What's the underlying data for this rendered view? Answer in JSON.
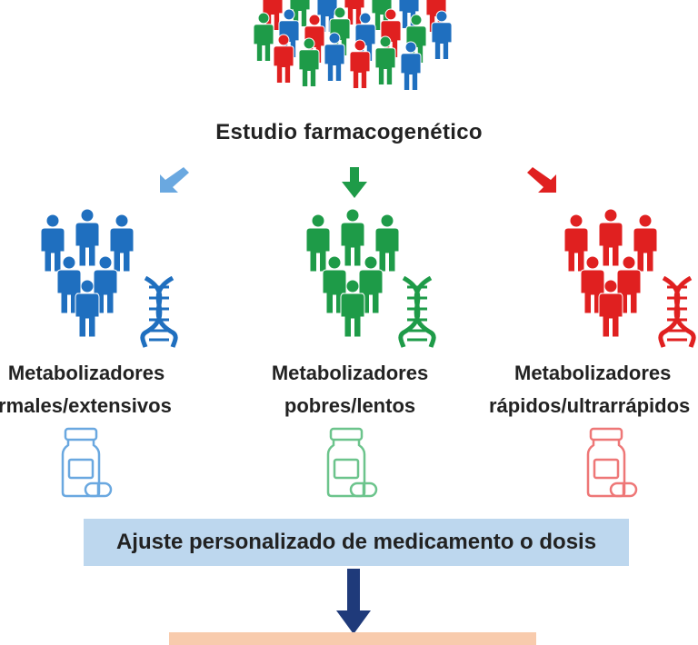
{
  "title": "Estudio  farmacogenético",
  "groups": [
    {
      "label_line1": "Metabolizadores",
      "label_line2": "normales/extensivos",
      "color": "#1f6fbf",
      "light_color": "#6aa8e0",
      "people_icon": "people-group-icon",
      "dna_icon": "dna-icon",
      "bottle_icon": "pill-bottle-icon"
    },
    {
      "label_line1": "Metabolizadores",
      "label_line2": "pobres/lentos",
      "color": "#1e9b48",
      "light_color": "#6cc48c",
      "people_icon": "people-group-icon",
      "dna_icon": "dna-icon",
      "bottle_icon": "pill-bottle-icon"
    },
    {
      "label_line1": "Metabolizadores",
      "label_line2": "rápidos/ultrarrápidos",
      "color": "#e02020",
      "light_color": "#ee7777",
      "people_icon": "people-group-icon",
      "dna_icon": "dna-icon",
      "bottle_icon": "pill-bottle-icon"
    }
  ],
  "banner": "Ajuste personalizado de medicamento o dosis",
  "colors": {
    "banner_bg": "#bdd7ee",
    "down_arrow": "#1f3a7a",
    "orange_box": "#f8cbad"
  }
}
